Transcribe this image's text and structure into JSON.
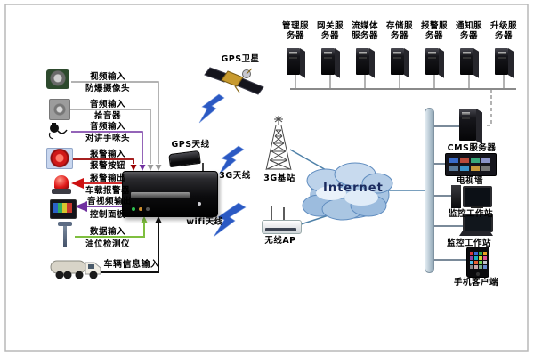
{
  "top_servers": {
    "items": [
      {
        "label": "管理服\n务器"
      },
      {
        "label": "网关服\n务器"
      },
      {
        "label": "流媒体\n服务器"
      },
      {
        "label": "存储服\n务器"
      },
      {
        "label": "报警服\n务器"
      },
      {
        "label": "通知服\n务器"
      },
      {
        "label": "升级服\n务器"
      }
    ]
  },
  "satellite": {
    "label": "GPS卫星"
  },
  "vehicle_unit": {
    "inputs": [
      {
        "signal": "视频输入",
        "device": "防爆摄像头"
      },
      {
        "signal": "音频输入",
        "device": "拾音器"
      },
      {
        "signal": "音频输入",
        "device": "对讲手咪头"
      },
      {
        "signal": "报警输入",
        "device": "报警按钮"
      }
    ],
    "outputs": [
      {
        "signal": "报警输出",
        "device": "车载报警器"
      },
      {
        "signal": "音视频输出",
        "device": "控制面板"
      }
    ],
    "data_input": {
      "signal": "数据输入",
      "device": "油位检测仪"
    },
    "vehicle_info": {
      "signal": "车辆信息输入"
    },
    "antennas": {
      "gps": "GPS天线",
      "cellular": "3G天线",
      "wifi": "wifi天线"
    }
  },
  "network": {
    "base_station": "3G基站",
    "wireless_ap": "无线AP",
    "internet": "Internet"
  },
  "clients": {
    "items": [
      {
        "label": "CMS服务器"
      },
      {
        "label": "电视墙"
      },
      {
        "label": "监控工作站"
      },
      {
        "label": "监控工作站"
      },
      {
        "label": "手机客户端"
      }
    ]
  },
  "colors": {
    "video_line": "#9a9a9a",
    "audio_line": "#9a9a9a",
    "intercom_line": "#7030a0",
    "alarm_in_line": "#990000",
    "alarm_out_line": "#cc1111",
    "av_out_line": "#7030a0",
    "data_line": "#7fbf3f",
    "vehicle_line": "#111111",
    "link_line": "#4f81a8",
    "bolt": "#2b59c3",
    "bus_bar": "#b8c7d4"
  }
}
